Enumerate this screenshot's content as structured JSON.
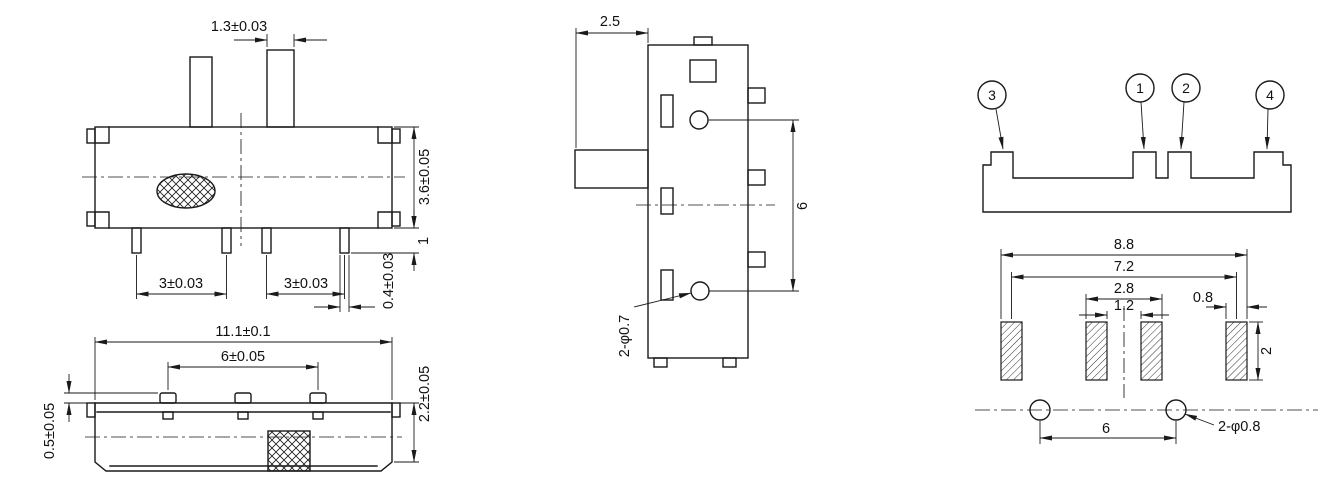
{
  "drawing": {
    "background": "#ffffff",
    "line_color": "#1a1a1a"
  },
  "front_view": {
    "dim_knob_width": "1.3±0.03",
    "dim_body_height": "3.6±0.05",
    "dim_pin_length": "1",
    "dim_pin_pitch_left": "3±0.03",
    "dim_pin_pitch_right": "3±0.03",
    "dim_pin_width": "0.4±0.03"
  },
  "bottom_view": {
    "dim_overall_width": "11.1±0.1",
    "dim_post_pitch": "6±0.05",
    "dim_post_height": "0.5±0.05",
    "dim_body_thickness": "2.2±0.05"
  },
  "side_view": {
    "dim_knob_protrusion": "2.5",
    "dim_hole_pitch": "6",
    "hole_callout": "2-φ0.7"
  },
  "terminal_view": {
    "pin_numbers": [
      "3",
      "1",
      "2",
      "4"
    ],
    "dim_pads_outer_span": "8.8",
    "dim_pads_outer_pitch": "7.2",
    "dim_center_pads_span": "2.8",
    "dim_center_pads_gap": "1.2",
    "dim_pad_width": "0.8",
    "dim_pad_height": "2",
    "dim_hole_pitch": "6",
    "hole_callout": "2-φ0.8"
  }
}
